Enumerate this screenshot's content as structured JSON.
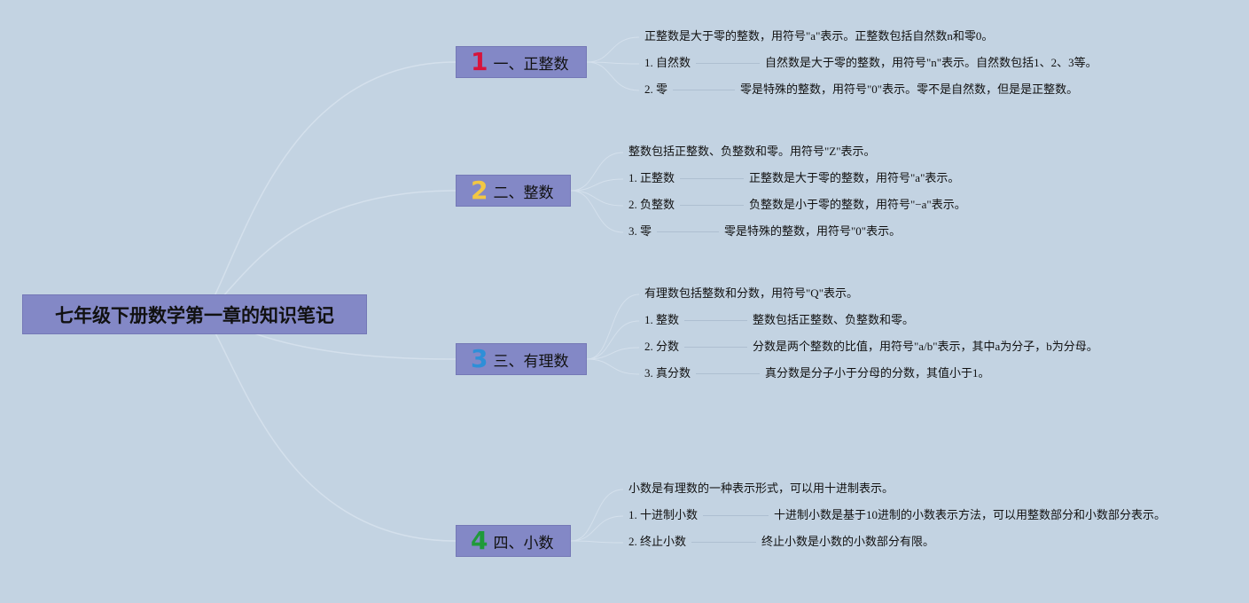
{
  "root": {
    "title": "七年级下册数学第一章的知识笔记"
  },
  "branches": [
    {
      "num": "1",
      "num_color": "#d7143c",
      "label": "一、正整数",
      "intro": "正整数是大于零的整数，用符号\"a\"表示。正整数包括自然数n和零0。",
      "items": [
        {
          "label": "1. 自然数",
          "desc": "自然数是大于零的整数，用符号\"n\"表示。自然数包括1、2、3等。"
        },
        {
          "label": "2. 零",
          "desc": "零是特殊的整数，用符号\"0\"表示。零不是自然数，但是是正整数。"
        }
      ]
    },
    {
      "num": "2",
      "num_color": "#f2c744",
      "label": "二、整数",
      "intro": "整数包括正整数、负整数和零。用符号\"Z\"表示。",
      "items": [
        {
          "label": "1. 正整数",
          "desc": "正整数是大于零的整数，用符号\"a\"表示。"
        },
        {
          "label": "2. 负整数",
          "desc": "负整数是小于零的整数，用符号\"−a\"表示。"
        },
        {
          "label": "3. 零",
          "desc": "零是特殊的整数，用符号\"0\"表示。"
        }
      ]
    },
    {
      "num": "3",
      "num_color": "#2e8fd8",
      "label": "三、有理数",
      "intro": "有理数包括整数和分数，用符号\"Q\"表示。",
      "items": [
        {
          "label": "1. 整数",
          "desc": "整数包括正整数、负整数和零。"
        },
        {
          "label": "2. 分数",
          "desc": "分数是两个整数的比值，用符号\"a/b\"表示，其中a为分子，b为分母。"
        },
        {
          "label": "3. 真分数",
          "desc": "真分数是分子小于分母的分数，其值小于1。"
        }
      ]
    },
    {
      "num": "4",
      "num_color": "#1f9a3a",
      "label": "四、小数",
      "intro": "小数是有理数的一种表示形式，可以用十进制表示。",
      "items": [
        {
          "label": "1. 十进制小数",
          "desc": "十进制小数是基于10进制的小数表示方法，可以用整数部分和小数部分表示。"
        },
        {
          "label": "2. 终止小数",
          "desc": "终止小数是小数的小数部分有限。"
        }
      ]
    }
  ]
}
